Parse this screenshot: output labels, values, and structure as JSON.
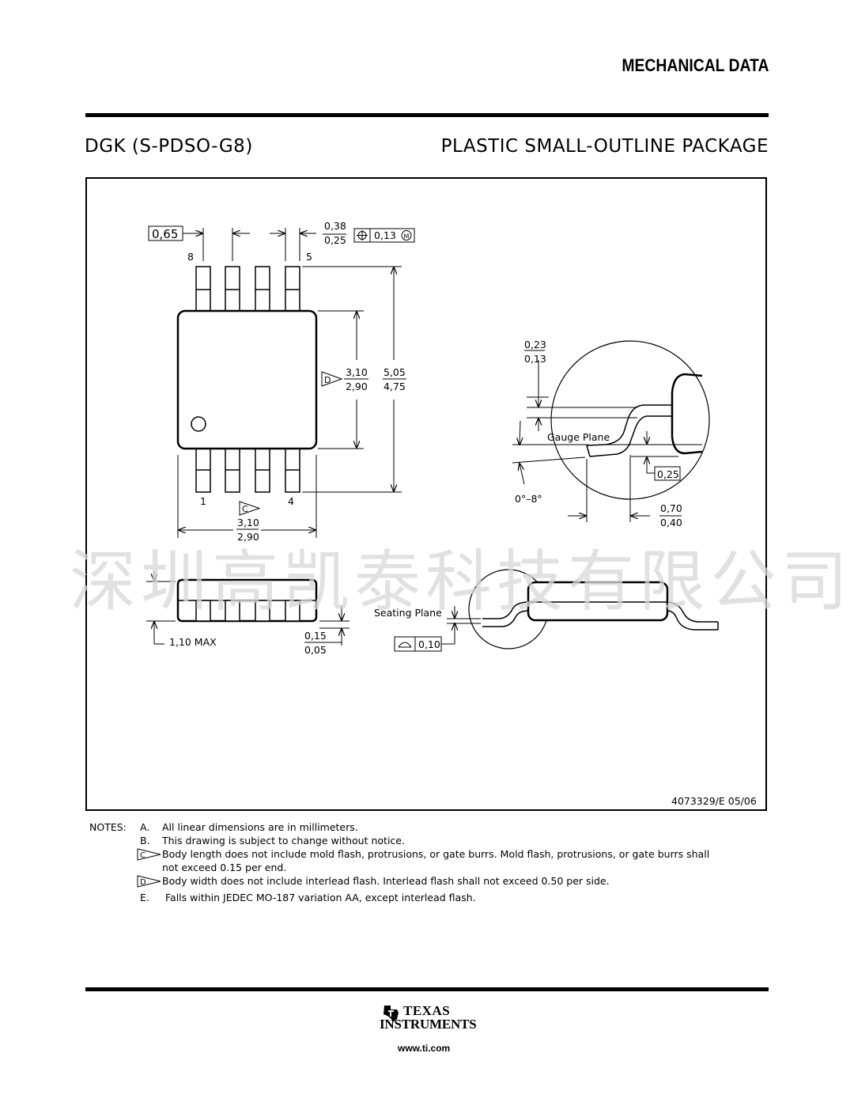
{
  "header": {
    "section_title": "MECHANICAL DATA",
    "package_code": "DGK (S-PDSO-G8)",
    "package_name": "PLASTIC SMALL-OUTLINE PACKAGE"
  },
  "drawing": {
    "pitch": "0,65",
    "lead_width_max": "0,38",
    "lead_width_min": "0,25",
    "position_tolerance": "0,13",
    "pin_8": "8",
    "pin_5": "5",
    "pin_1": "1",
    "pin_4": "4",
    "body_width_flag": "D",
    "body_width_max": "3,10",
    "body_width_min": "2,90",
    "overall_width_max": "5,05",
    "overall_width_min": "4,75",
    "body_length_flag": "C",
    "body_length_max": "3,10",
    "body_length_min": "2,90",
    "height_max": "1,10 MAX",
    "standoff_max": "0,15",
    "standoff_min": "0,05",
    "lead_thickness_max": "0,23",
    "lead_thickness_min": "0,13",
    "gauge_plane_label": "Gauge Plane",
    "gauge_plane_value": "0,25",
    "angle": "0°–8°",
    "foot_length_max": "0,70",
    "foot_length_min": "0,40",
    "seating_plane_label": "Seating Plane",
    "coplanarity": "0,10",
    "document_number": "4073329/E 05/06"
  },
  "notes": {
    "label": "NOTES:",
    "items": [
      {
        "key": "A.",
        "text": "All linear dimensions are in millimeters."
      },
      {
        "key": "B.",
        "text": "This drawing is subject to change without notice."
      },
      {
        "key": "C",
        "text": "Body length does not include mold flash, protrusions, or gate burrs.  Mold flash, protrusions, or gate burrs shall"
      },
      {
        "key": "",
        "text": "not exceed 0.15 per end."
      },
      {
        "key": "D",
        "text": "Body width does not include interlead flash. Interlead flash shall not exceed 0.50 per side."
      },
      {
        "key": "E.",
        "text": "Falls within JEDEC MO-187 variation AA, except interlead flash."
      }
    ]
  },
  "footer": {
    "brand_line1": "Texas",
    "brand_line2": "Instruments",
    "url": "www.ti.com"
  },
  "watermark": "深圳高凯泰科技有限公司"
}
